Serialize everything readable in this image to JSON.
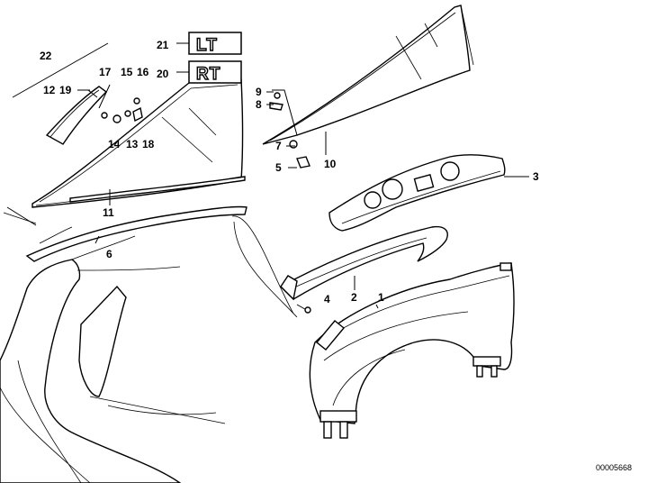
{
  "callouts": {
    "c1": "1",
    "c2": "2",
    "c3": "3",
    "c4": "4",
    "c5": "5",
    "c6": "6",
    "c7": "7",
    "c8": "8",
    "c9": "9",
    "c10": "10",
    "c11": "11",
    "c12": "12",
    "c13": "13",
    "c14": "14",
    "c15": "15",
    "c16": "16",
    "c17": "17",
    "c18": "18",
    "c19": "19",
    "c20": "20",
    "c21": "21",
    "c22": "22"
  },
  "badges": {
    "lt": "LT",
    "rt": "RT"
  },
  "diagram_ref": "00005668",
  "colors": {
    "ink": "#000000",
    "paper": "#ffffff"
  }
}
